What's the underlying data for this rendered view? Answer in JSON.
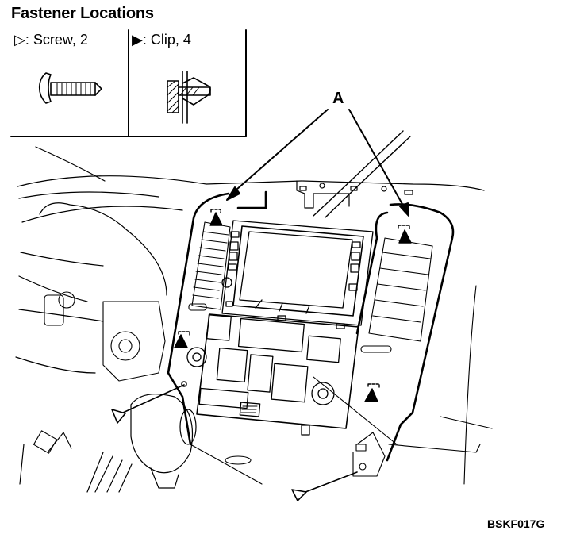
{
  "title": "Fastener Locations",
  "legend": [
    {
      "symbol": "hollow-triangle",
      "glyph": "▷",
      "label": ": Screw, 2",
      "type": "Screw",
      "count": 2
    },
    {
      "symbol": "filled-triangle",
      "glyph": "▶",
      "label": ": Clip, 4",
      "type": "Clip",
      "count": 4
    }
  ],
  "callout_label": "A",
  "figure_code": "BSKF017G",
  "colors": {
    "line": "#000000",
    "background": "#ffffff"
  }
}
